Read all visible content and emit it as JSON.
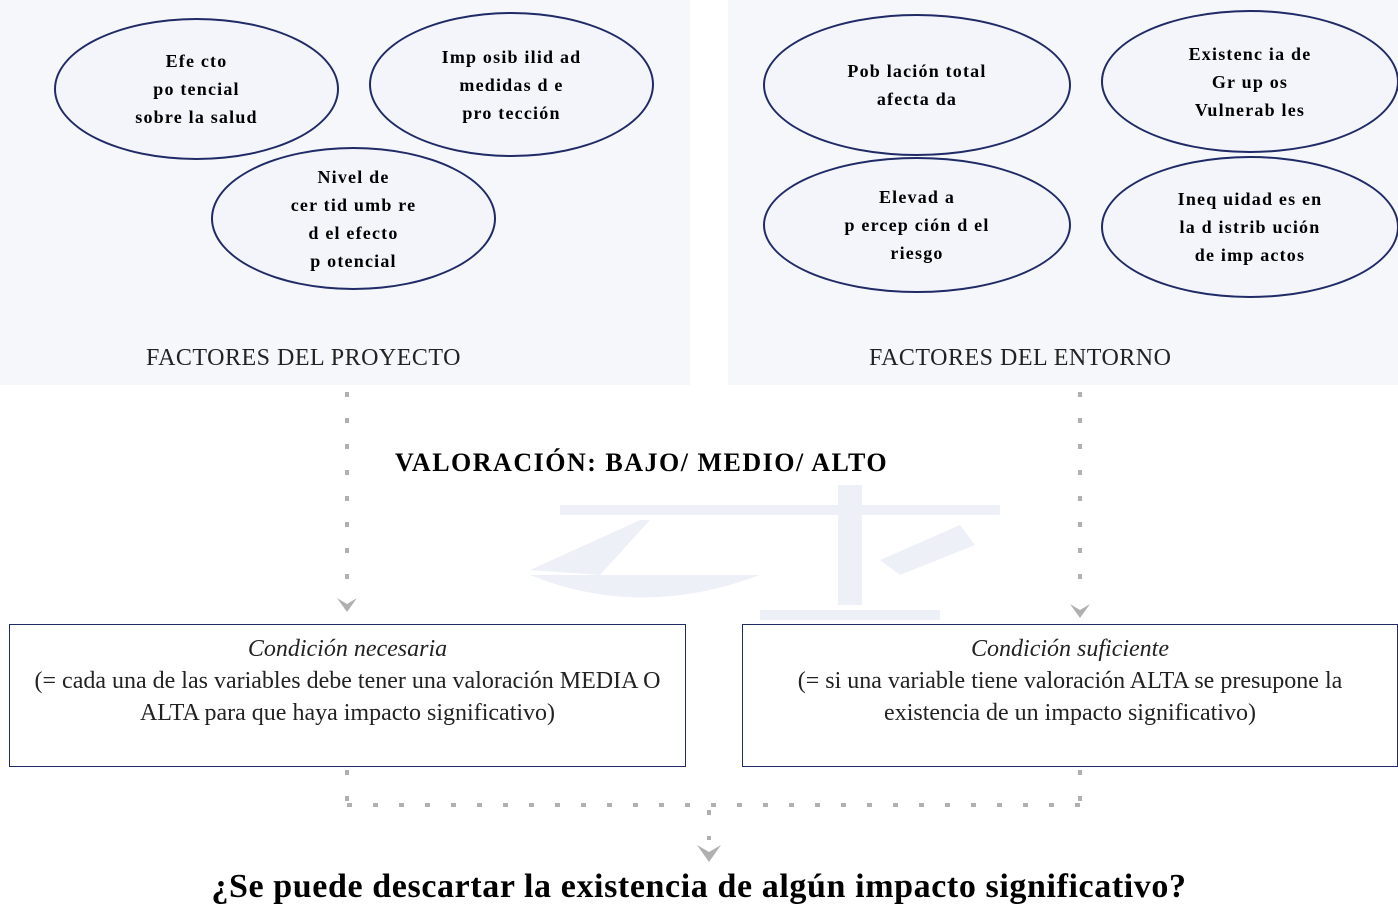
{
  "project_factors": {
    "label": "FACTORES DEL PROYECTO",
    "items": [
      "Efe cto\npo tencial\nsobre la salud",
      "Imp osib ilid ad\nmedidas d e\npro tección",
      "Nivel de\ncer tid umb re\nd el efecto\np otencial"
    ]
  },
  "environment_factors": {
    "label": "FACTORES DEL ENTORNO",
    "items": [
      "Pob lación total\nafecta da",
      "Existenc ia de\nGr up os\nVulnerab les",
      "Elevad a\np ercep ción d el\nriesgo",
      "Ineq uidad es en\nla d istrib ución\nde imp actos"
    ]
  },
  "valoracion": "VALORACIÓN: BAJO/ MEDIO/ ALTO",
  "condition_necessary": {
    "title": "Condición necesaria",
    "body": "(= cada una de las variables debe tener una valoración MEDIA O ALTA para que haya impacto significativo)"
  },
  "condition_sufficient": {
    "title": "Condición suficiente",
    "body": "(= si una variable tiene valoración ALTA se presupone la existencia de un impacto significativo)"
  },
  "question": "¿Se puede descartar la existencia de algún impacto significativo?",
  "colors": {
    "ellipse_border": "#1f2a66",
    "connector": "#b0b0b0",
    "panel_bg": "#f6f7fa"
  }
}
